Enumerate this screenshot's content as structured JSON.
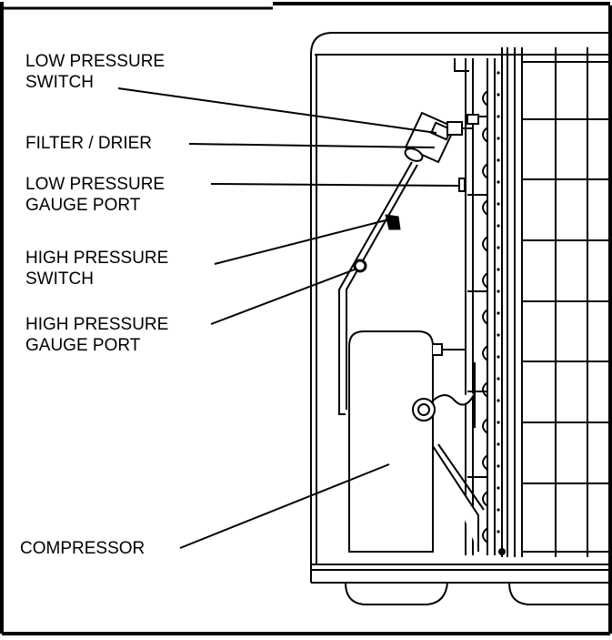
{
  "labels": {
    "low_pressure_switch": [
      "LOW PRESSURE",
      "SWITCH"
    ],
    "filter_drier": "FILTER / DRIER",
    "low_pressure_gauge_port": [
      "LOW PRESSURE",
      "GAUGE PORT"
    ],
    "high_pressure_switch": [
      "HIGH PRESSURE",
      "SWITCH"
    ],
    "high_pressure_gauge_port": [
      "HIGH PRESSURE",
      "GAUGE PORT"
    ],
    "compressor": "COMPRESSOR"
  }
}
